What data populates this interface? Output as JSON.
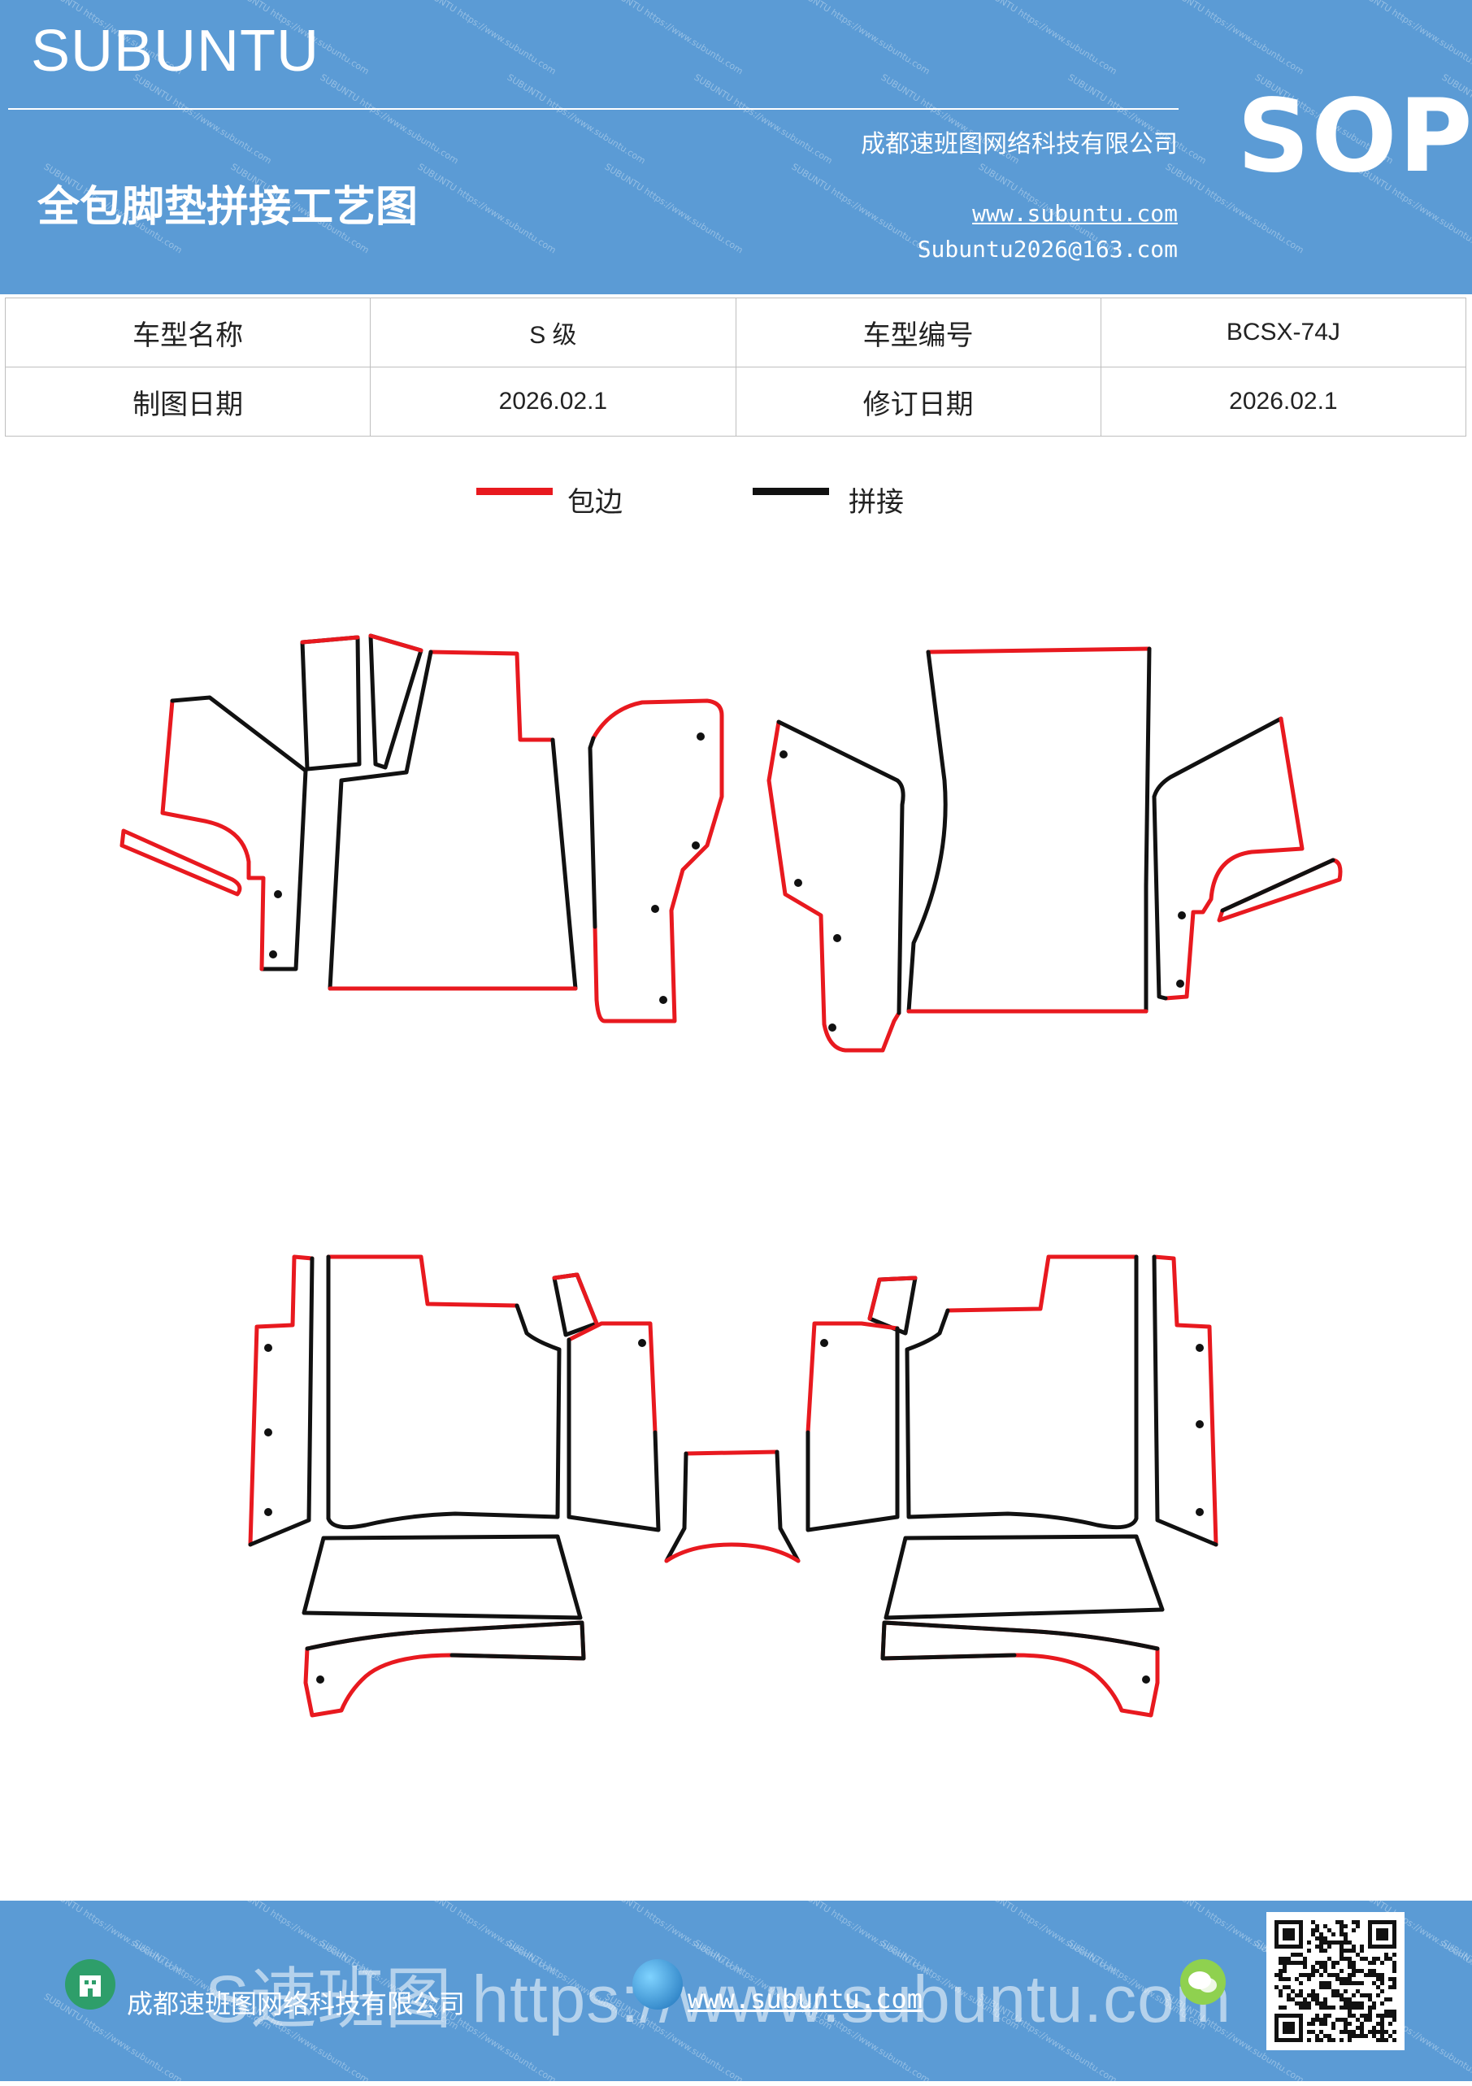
{
  "header": {
    "brand": "SUBUNTU",
    "title": "全包脚垫拼接工艺图",
    "company": "成都速班图网络科技有限公司",
    "url": "www.subuntu.com",
    "email": "Subuntu2026@163.com",
    "badge": "SOP",
    "watermark": "SUBUNTU https://www.subuntu.com"
  },
  "info_table": {
    "rows": [
      [
        "车型名称",
        "S 级",
        "车型编号",
        "BCSX-74J"
      ],
      [
        "制图日期",
        "2026.02.1",
        "修订日期",
        "2026.02.1"
      ]
    ]
  },
  "legend": {
    "items": [
      {
        "label": "包边",
        "color": "#e8191f"
      },
      {
        "label": "拼接",
        "color": "#111111"
      }
    ]
  },
  "colors": {
    "header_bg": "#5b9bd5",
    "edge": "#e8191f",
    "seam": "#111111"
  },
  "footer": {
    "company": "成都速班图网络科技有限公司",
    "url": "www.subuntu.com",
    "watermark_text": "S速班图 https://www.subuntu.com",
    "icons": [
      "building-icon",
      "globe-icon",
      "wechat-icon"
    ]
  }
}
